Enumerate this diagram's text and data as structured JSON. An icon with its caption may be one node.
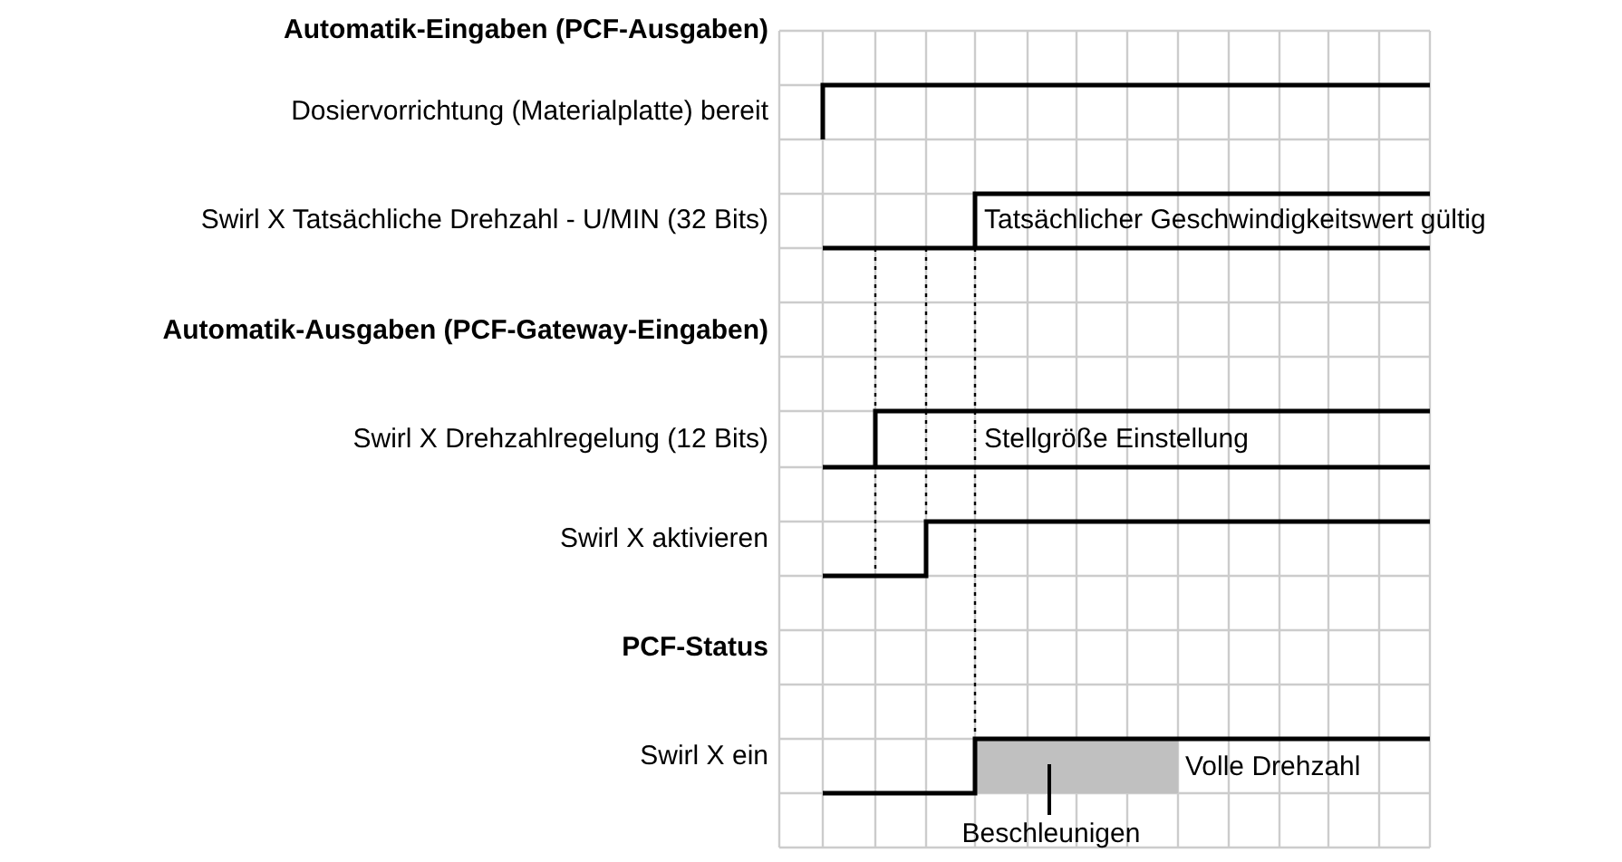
{
  "diagram": {
    "nodes": [
      {
        "text": [
          "Beschleunigen"
        ]
      },
      {
        "text": [],
        "shape": "box"
      }
    ],
    "edges": [
      {
        "from": 0,
        "to": 1,
        "arrow": "none"
      }
    ],
    "labels": [
      "Automatik-Eingaben (PCF-Ausgaben)",
      "Dosiervorrichtung (Materialplatte) bereit",
      "Swirl X Tatsächliche Drehzahl - U/MIN (32 Bits)",
      "Tatsächlicher Geschwindigkeitswert gültig",
      "Automatik-Ausgaben (PCF-Gateway-Eingaben)",
      "Swirl X Drehzahlregelung (12 Bits)",
      "Stellgröße Einstellung",
      "Swirl X aktivieren",
      "PCF-Status",
      "Swirl X ein",
      "Volle Drehzahl"
    ]
  }
}
